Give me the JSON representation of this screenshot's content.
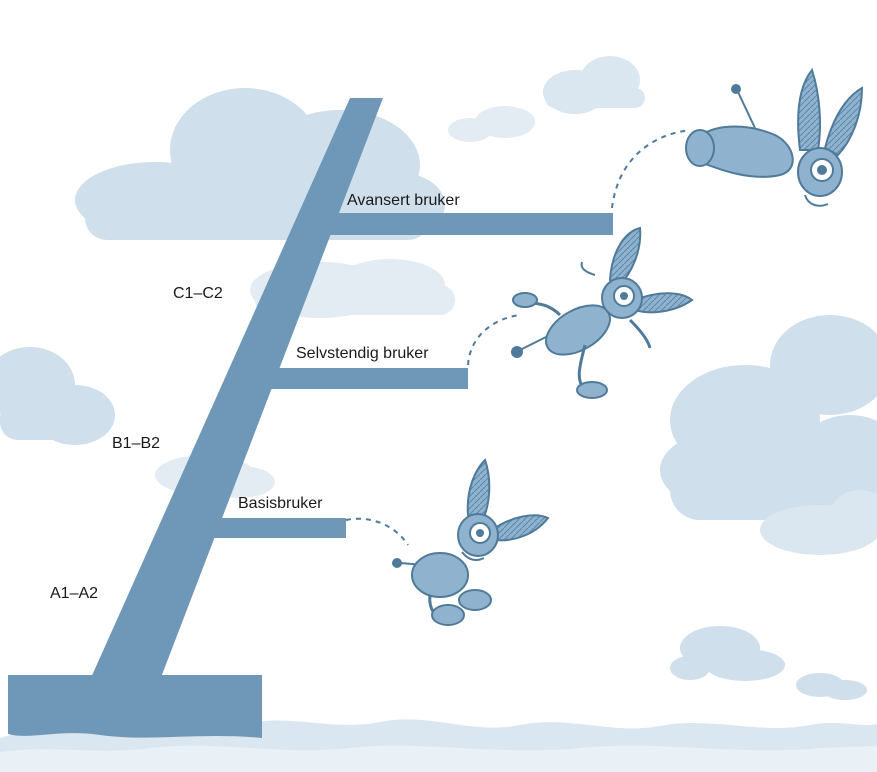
{
  "diagram": {
    "colors": {
      "structure": "#6f98b8",
      "cloud": "#cfdfeb",
      "cloud_light": "#e3ecf3",
      "creature": "#8fb3cf",
      "creature_dark": "#4f7a9a",
      "text": "#1a1a1a"
    },
    "platforms": [
      {
        "label": "Avansert bruker"
      },
      {
        "label": "Selvstendig bruker"
      },
      {
        "label": "Basisbruker"
      }
    ],
    "levels": [
      {
        "label": "C1–C2"
      },
      {
        "label": "B1–B2"
      },
      {
        "label": "A1–A2"
      }
    ],
    "creatures": [
      {
        "icon": "jumping-rabbit-creature-icon"
      },
      {
        "icon": "falling-rabbit-creature-icon"
      },
      {
        "icon": "leaping-rabbit-creature-icon"
      }
    ]
  }
}
